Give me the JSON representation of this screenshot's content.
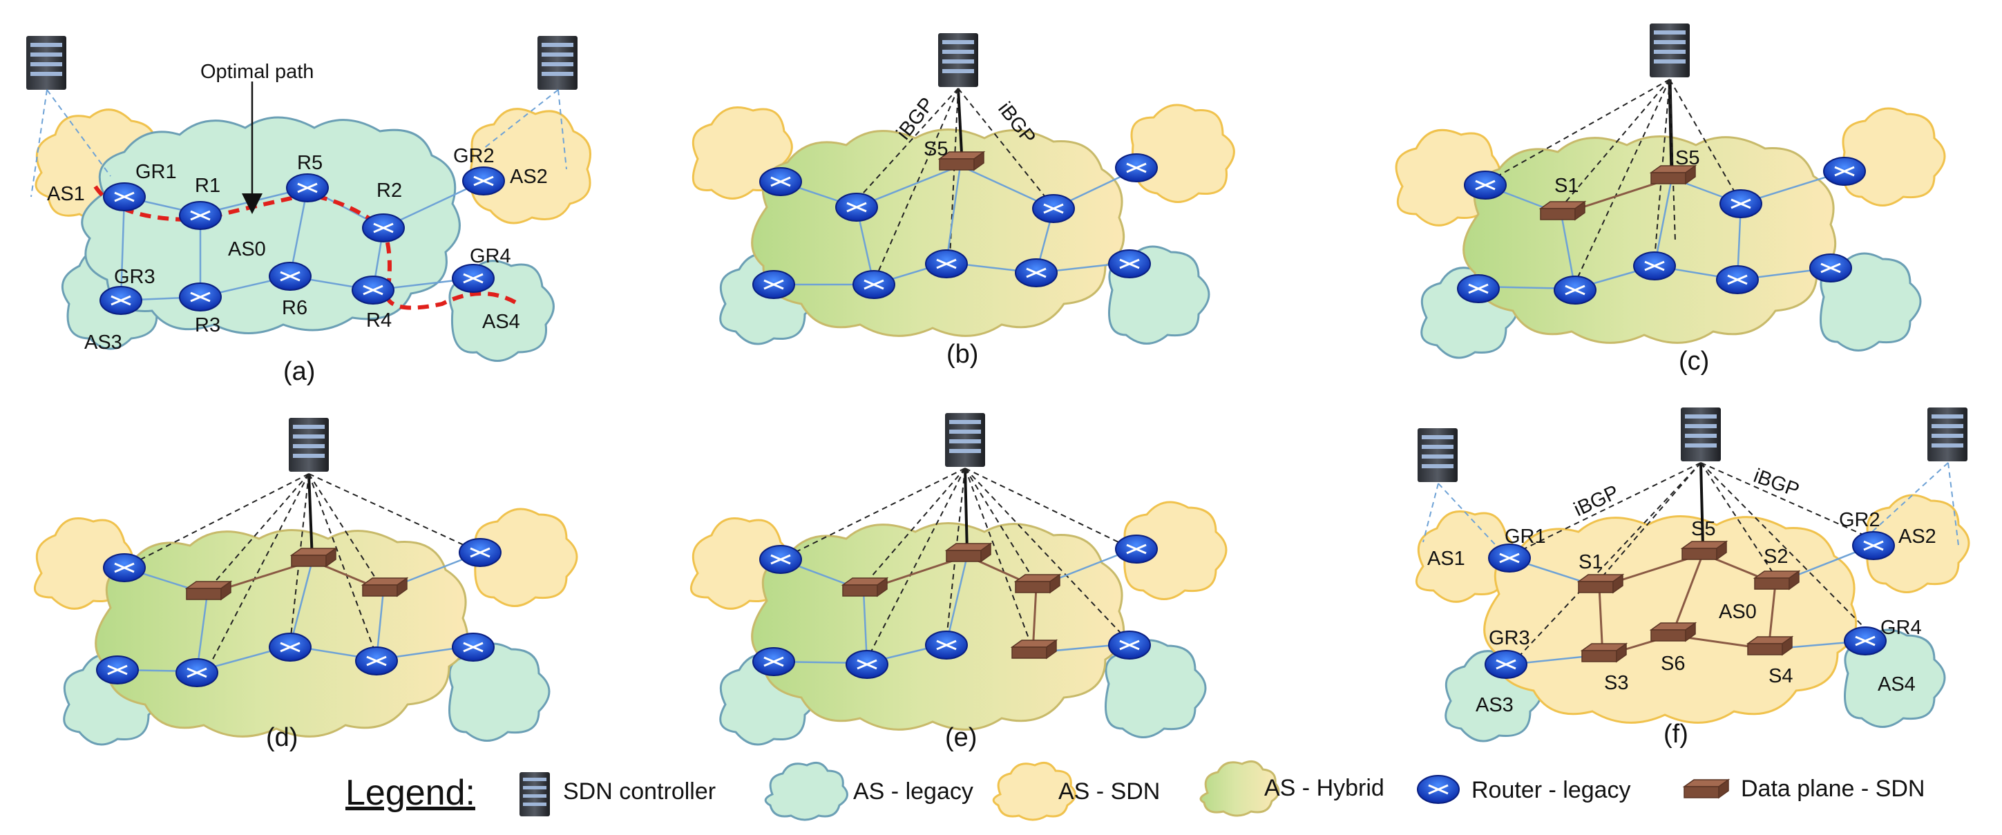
{
  "panels": {
    "a": {
      "caption": "(a)",
      "annotation": "Optimal path",
      "as": {
        "as1": "AS1",
        "as2": "AS2",
        "as3": "AS3",
        "as4": "AS4",
        "as0": "AS0"
      },
      "routers": {
        "gr1": "GR1",
        "gr2": "GR2",
        "gr3": "GR3",
        "gr4": "GR4",
        "r1": "R1",
        "r2": "R2",
        "r3": "R3",
        "r4": "R4",
        "r5": "R5",
        "r6": "R6"
      }
    },
    "b": {
      "caption": "(b)",
      "ibgp_left": "iBGP",
      "ibgp_right": "iBGP",
      "switch": "S5"
    },
    "c": {
      "caption": "(c)",
      "s1": "S1",
      "s5": "S5"
    },
    "d": {
      "caption": "(d)"
    },
    "e": {
      "caption": "(e)"
    },
    "f": {
      "caption": "(f)",
      "ibgp_left": "iBGP",
      "ibgp_right": "iBGP",
      "as": {
        "as1": "AS1",
        "as2": "AS2",
        "as3": "AS3",
        "as4": "AS4",
        "as0": "AS0"
      },
      "routers": {
        "gr1": "GR1",
        "gr2": "GR2",
        "gr3": "GR3",
        "gr4": "GR4"
      },
      "switches": {
        "s1": "S1",
        "s2": "S2",
        "s3": "S3",
        "s4": "S4",
        "s5": "S5",
        "s6": "S6"
      }
    }
  },
  "legend": {
    "title": "Legend:",
    "items": {
      "controller": "SDN controller",
      "legacy": "AS - legacy",
      "sdn": "AS - SDN",
      "hybrid": "AS - Hybrid",
      "router": "Router - legacy",
      "dataplane": "Data plane - SDN"
    }
  },
  "colors": {
    "legacy_fill": "#c9ecd9",
    "legacy_stroke": "#6b9fb5",
    "sdn_fill": "#fbe9b4",
    "sdn_stroke": "#f0c24d",
    "hybrid_green": "#bcdc8e",
    "router_blue": "#1e4fd8",
    "switch_brown": "#8a5a44",
    "optimal_path": "#e0201b"
  }
}
